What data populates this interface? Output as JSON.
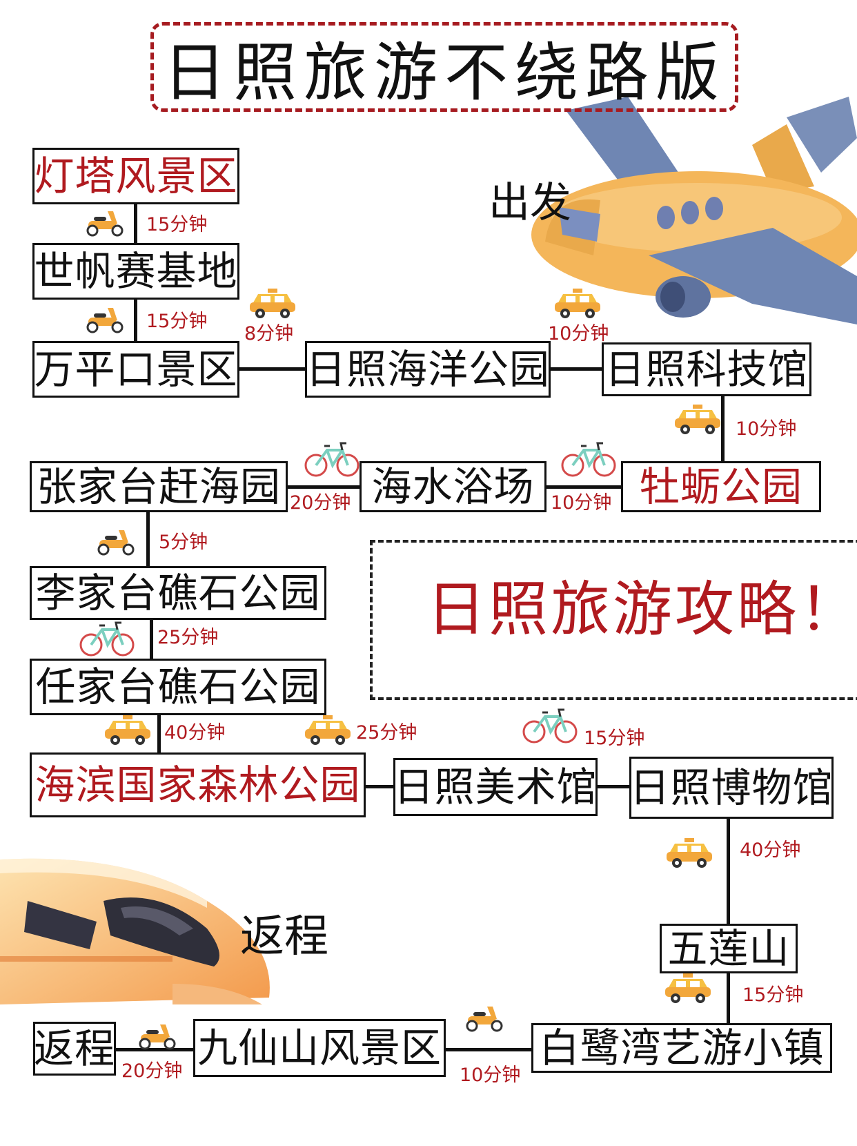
{
  "title": "日照旅游不绕路版",
  "start_label": "出发",
  "end_label": "返程",
  "note": "日照旅游攻略！",
  "colors": {
    "accent": "#b01a1f",
    "line": "#111111",
    "border": "#a61b20"
  },
  "stops": {
    "dengta": "灯塔风景区",
    "shifan": "世帆赛基地",
    "wanpingkou": "万平口景区",
    "haiyang": "日照海洋公园",
    "keji": "日照科技馆",
    "muli": "牡蛎公园",
    "haishui": "海水浴场",
    "zhangjiatai": "张家台赶海园",
    "lijiatai": "李家台礁石公园",
    "renjiatai": "任家台礁石公园",
    "haibin": "海滨国家森林公园",
    "meishu": "日照美术馆",
    "bowu": "日照博物馆",
    "wulian": "五莲山",
    "bailu": "白鹭湾艺游小镇",
    "jiuxian": "九仙山风景区",
    "fancheng": "返程"
  },
  "times": {
    "dengta_shifan": "15分钟",
    "shifan_wanpingkou": "15分钟",
    "wanpingkou_haiyang": "8分钟",
    "haiyang_keji": "10分钟",
    "keji_muli": "10分钟",
    "muli_haishui": "10分钟",
    "haishui_zhangjiatai": "20分钟",
    "zhangjiatai_lijiatai": "5分钟",
    "lijiatai_renjiatai": "25分钟",
    "renjiatai_haibin": "40分钟",
    "haibin_meishu": "25分钟",
    "meishu_bowu": "15分钟",
    "bowu_wulian": "40分钟",
    "wulian_bailu": "15分钟",
    "bailu_jiuxian": "10分钟",
    "jiuxian_fancheng": "20分钟"
  },
  "icons": {
    "scooter": "scooter-icon",
    "taxi": "taxi-icon",
    "bicycle": "bicycle-icon",
    "airplane": "airplane-illustration",
    "train": "bullet-train-illustration"
  }
}
